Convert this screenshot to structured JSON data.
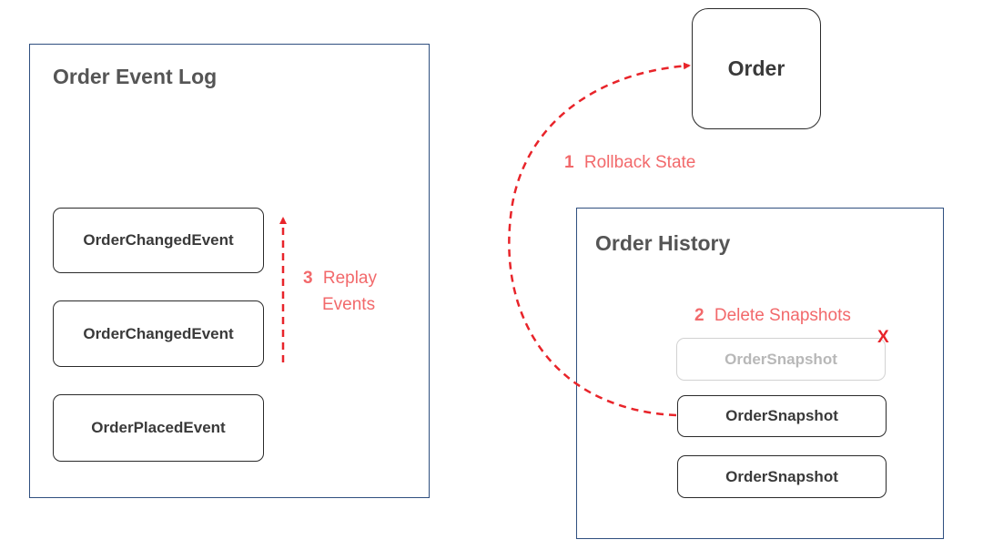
{
  "event_log": {
    "title": "Order Event Log",
    "events": [
      "OrderChangedEvent",
      "OrderChangedEvent",
      "OrderPlacedEvent"
    ]
  },
  "order": {
    "label": "Order"
  },
  "history": {
    "title": "Order History",
    "deleted_snapshot": "OrderSnapshot",
    "snapshots": [
      "OrderSnapshot",
      "OrderSnapshot"
    ]
  },
  "steps": {
    "rollback": {
      "number": "1",
      "label": "Rollback State"
    },
    "delete": {
      "number": "2",
      "label": "Delete Snapshots"
    },
    "replay": {
      "number": "3",
      "label_line1": "Replay",
      "label_line2": "Events"
    }
  },
  "delete_mark": "X",
  "colors": {
    "accent": "#f2696b",
    "arrow": "#e8242a",
    "panel_border": "#2f4f7f",
    "faded": "#b8b8b8"
  }
}
